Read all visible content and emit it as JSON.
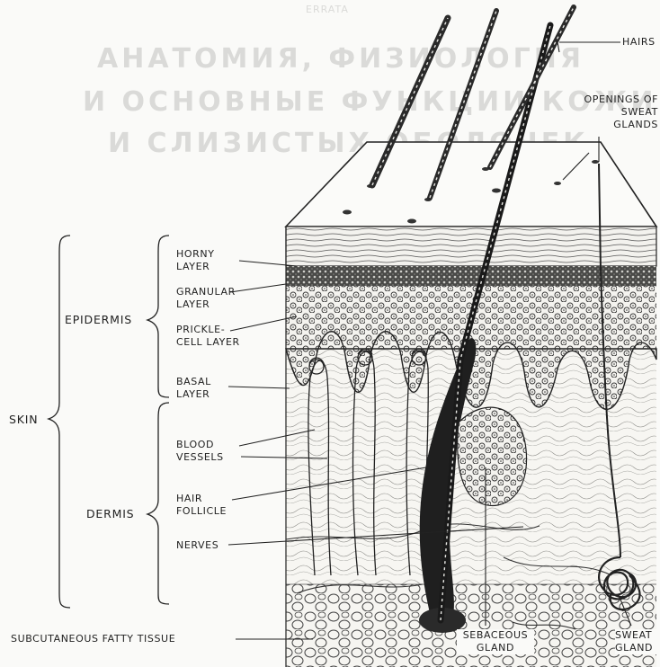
{
  "bleed_through": {
    "top": "ERRATA",
    "line1": "АНАТОМИЯ, ФИЗИОЛОГИЯ",
    "line2": "И ОСНОВНЫЕ ФУНКЦИИ КОЖИ",
    "line3": "И СЛИЗИСТЫХ ОБОЛОЧЕК"
  },
  "labels": {
    "hairs": "HAIRS",
    "openings_of_sweat_glands": "OPENINGS OF SWEAT GLANDS",
    "horny_layer": "HORNY LAYER",
    "granular_layer": "GRANULAR LAYER",
    "prickle_cell_layer": "PRICKLE-CELL LAYER",
    "basal_layer": "BASAL LAYER",
    "blood_vessels": "BLOOD VESSELS",
    "hair_follicle": "HAIR FOLLICLE",
    "nerves": "NERVES",
    "epidermis": "EPIDERMIS",
    "dermis": "DERMIS",
    "skin": "SKIN",
    "subcutaneous_fatty_tissue": "SUBCUTANEOUS FATTY TISSUE",
    "sebaceous_gland": "SEBACEOUS GLAND",
    "sweat_gland": "SWEAT GLAND"
  },
  "colors": {
    "ink": "#222222",
    "paper": "#fafaf8",
    "bleed": "#b5b5b2"
  }
}
